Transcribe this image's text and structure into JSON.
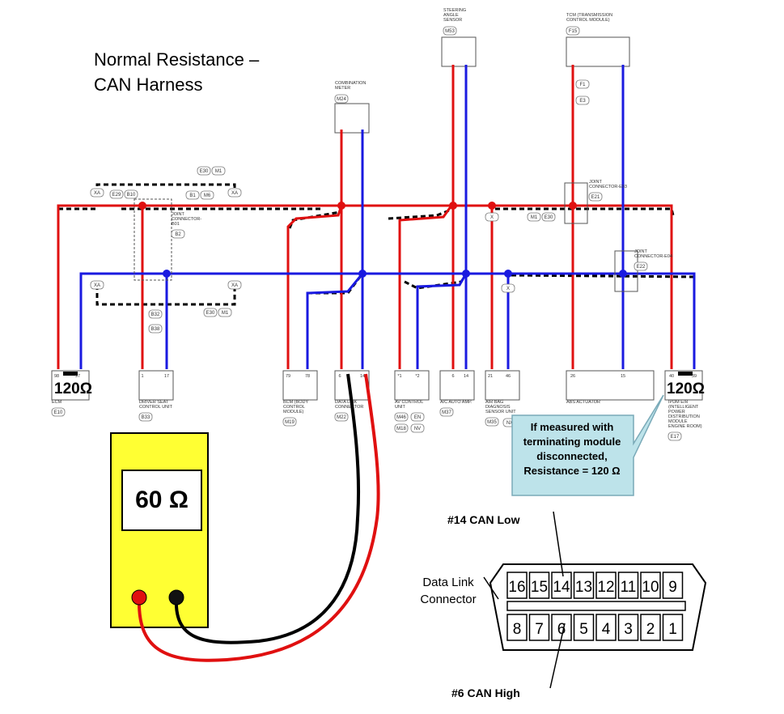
{
  "title": {
    "line1": "Normal Resistance –",
    "line2": "CAN Harness"
  },
  "colors": {
    "can_high": "#e01010",
    "can_low": "#1a1ae0",
    "meter_body": "#ffff33",
    "callout": "#bde3ea"
  },
  "resistors": {
    "left": "120Ω",
    "right": "120Ω"
  },
  "meter": {
    "reading": "60 Ω"
  },
  "callout": {
    "line1": "If measured with",
    "line2": "terminating module",
    "line3": "disconnected,",
    "line4": "Resistance = 120 Ω"
  },
  "dlc": {
    "label_line1": "Data Link",
    "label_line2": "Connector",
    "top_pins": [
      "16",
      "15",
      "14",
      "13",
      "12",
      "11",
      "10",
      "9"
    ],
    "bottom_pins": [
      "8",
      "7",
      "6",
      "5",
      "4",
      "3",
      "2",
      "1"
    ],
    "can_low_label": "#14 CAN Low",
    "can_high_label": "#6 CAN High"
  },
  "top_modules": [
    {
      "name": "combination-meter",
      "lines": [
        "COMBINATION",
        "METER"
      ],
      "code": "M24"
    },
    {
      "name": "steering-angle-sensor",
      "lines": [
        "STEERING",
        "ANGLE",
        "SENSOR"
      ],
      "code": "M53"
    },
    {
      "name": "tcm",
      "lines": [
        "TCM (TRANSMISSION",
        "CONTROL MODULE)"
      ],
      "code": "F15"
    }
  ],
  "bottom_modules": [
    {
      "name": "ecm",
      "pins": [
        "98",
        "97"
      ],
      "lines": [
        "ECM"
      ],
      "code": "E10"
    },
    {
      "name": "driver-seat-control-unit",
      "pins": [
        "1",
        "17"
      ],
      "lines": [
        "DRIVER SEAT",
        "CONTROL UNIT"
      ],
      "code": "B33"
    },
    {
      "name": "bcm",
      "pins": [
        "79",
        "78"
      ],
      "lines": [
        "BCM (BODY",
        "CONTROL",
        "MODULE)"
      ],
      "code": "M19"
    },
    {
      "name": "data-link-connector",
      "pins": [
        "6",
        "14"
      ],
      "lines": [
        "DATA LINK",
        "CONNECTOR"
      ],
      "code": "M22"
    },
    {
      "name": "av-control-unit",
      "pins": [
        "*1",
        "*2"
      ],
      "lines": [
        "AV CONTROL",
        "UNIT"
      ],
      "code": "M46"
    },
    {
      "name": "ac-auto-amp",
      "pins": [
        "6",
        "14"
      ],
      "lines": [
        "A/C AUTO AMP."
      ],
      "code": "M37"
    },
    {
      "name": "air-bag-diagnosis-sensor-unit",
      "pins": [
        "21",
        "46"
      ],
      "lines": [
        "AIR BAG",
        "DIAGNOSIS",
        "SENSOR UNIT"
      ],
      "code": "M35"
    },
    {
      "name": "abs-actuator",
      "pins": [
        "26",
        "15"
      ],
      "lines": [
        "ABS ACTUATOR"
      ],
      "code": ""
    },
    {
      "name": "ipdm-er",
      "pins": [
        "40",
        "39"
      ],
      "lines": [
        "IPDM E/R",
        "(INTELLIGENT",
        "POWER",
        "DISTRIBUTION",
        "MODULE",
        "ENGINE ROOM)"
      ],
      "code": "E17"
    }
  ],
  "joint_connectors": [
    {
      "name": "joint-connector-b01",
      "lines": [
        "JOINT",
        "CONNECTOR-",
        "B01"
      ],
      "code": "B2"
    },
    {
      "name": "joint-connector-e03",
      "lines": [
        "JOINT",
        "CONNECTOR-E03"
      ],
      "code": "E21"
    },
    {
      "name": "joint-connector-e04",
      "lines": [
        "JOINT",
        "CONNECTOR-E04"
      ],
      "code": "E22"
    }
  ],
  "tags": {
    "e30": "E30",
    "m1": "M1",
    "b1": "B1",
    "m6": "M6",
    "xa": "XA",
    "e29": "E29",
    "b10": "B10",
    "b32": "B32",
    "b38": "B38",
    "f1": "F1",
    "e3": "E3",
    "en": "EN",
    "nv": "NV",
    "m18": "M18",
    "nx": "NX",
    "x": "X"
  }
}
